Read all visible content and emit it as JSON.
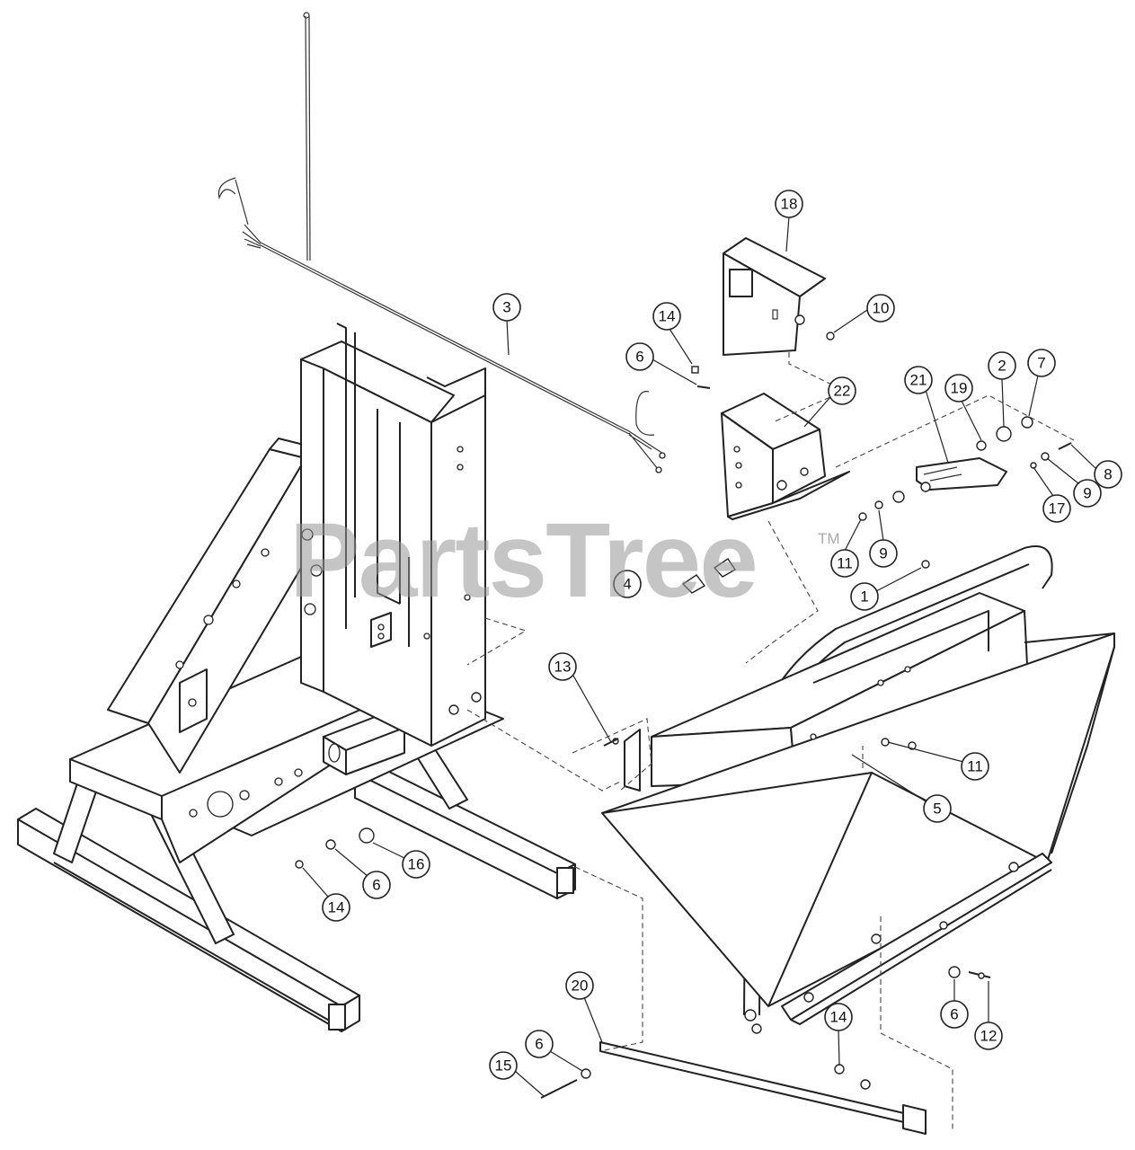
{
  "watermark": {
    "text": "PartsTree",
    "trademark": "TM"
  },
  "callouts": [
    {
      "id": "3",
      "label": "3"
    },
    {
      "id": "18",
      "label": "18"
    },
    {
      "id": "10",
      "label": "10"
    },
    {
      "id": "14a",
      "label": "14"
    },
    {
      "id": "6a",
      "label": "6"
    },
    {
      "id": "22",
      "label": "22"
    },
    {
      "id": "21",
      "label": "21"
    },
    {
      "id": "19",
      "label": "19"
    },
    {
      "id": "2",
      "label": "2"
    },
    {
      "id": "7",
      "label": "7"
    },
    {
      "id": "8",
      "label": "8"
    },
    {
      "id": "9a",
      "label": "9"
    },
    {
      "id": "17",
      "label": "17"
    },
    {
      "id": "11a",
      "label": "11"
    },
    {
      "id": "9b",
      "label": "9"
    },
    {
      "id": "1",
      "label": "1"
    },
    {
      "id": "4",
      "label": "4"
    },
    {
      "id": "13",
      "label": "13"
    },
    {
      "id": "11b",
      "label": "11"
    },
    {
      "id": "5",
      "label": "5"
    },
    {
      "id": "16",
      "label": "16"
    },
    {
      "id": "6b",
      "label": "6"
    },
    {
      "id": "14b",
      "label": "14"
    },
    {
      "id": "20",
      "label": "20"
    },
    {
      "id": "6c",
      "label": "6"
    },
    {
      "id": "15",
      "label": "15"
    },
    {
      "id": "14c",
      "label": "14"
    },
    {
      "id": "6d",
      "label": "6"
    },
    {
      "id": "12",
      "label": "12"
    }
  ]
}
